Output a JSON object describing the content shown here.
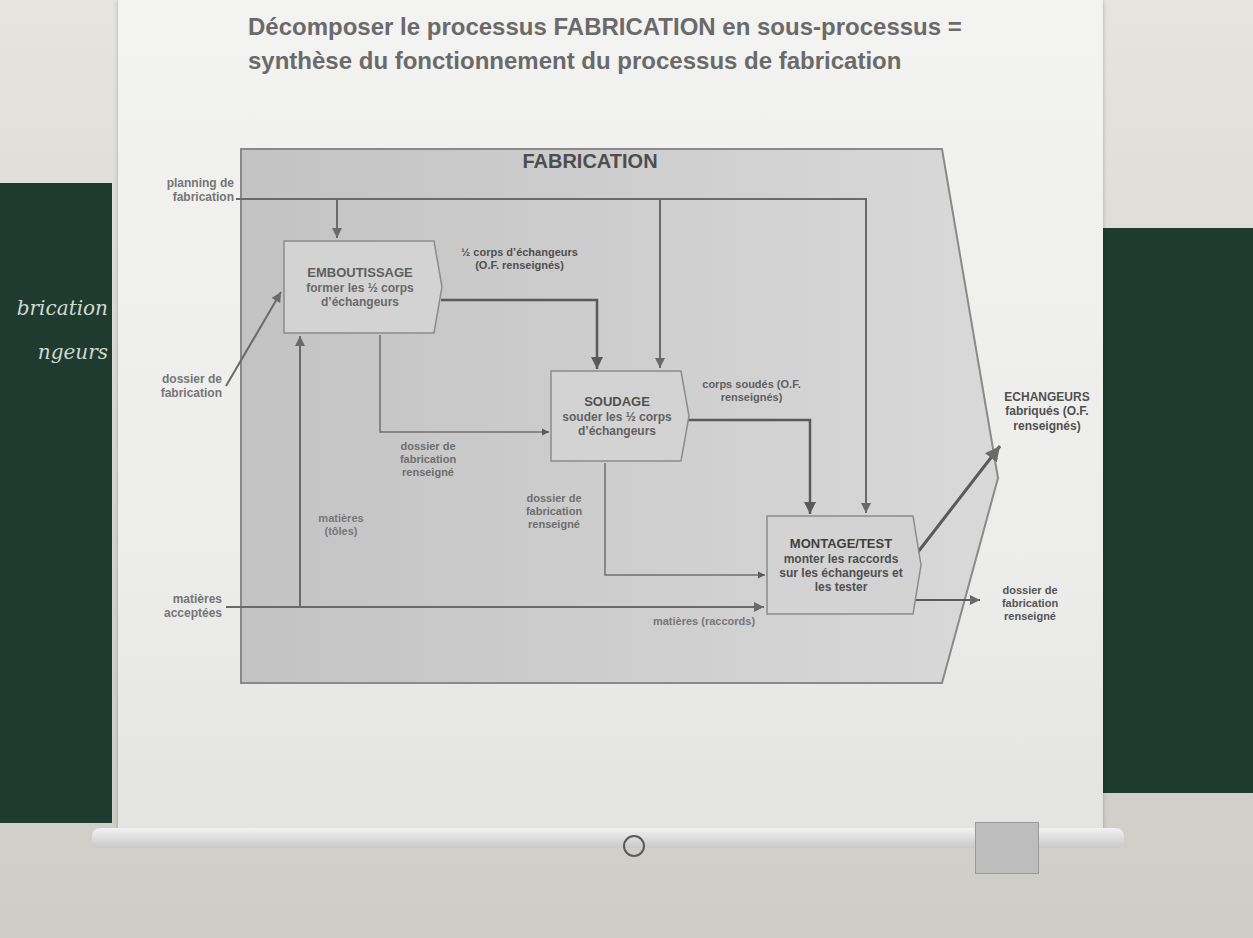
{
  "diagram": {
    "title": "Décomposer le processus FABRICATION en sous-processus = synthèse du fonctionnement du processus de fabrication",
    "nodes": [
      {
        "text": [
          "FABRICATION"
        ]
      },
      {
        "text": [
          "EMBOUTISSAGE",
          "former les ½ corps d’échangeurs"
        ],
        "in": 0
      },
      {
        "text": [
          "SOUDAGE",
          "souder les ½ corps d’échangeurs"
        ],
        "in": 0
      },
      {
        "text": [
          "MONTAGE/TEST",
          "monter les raccords sur les échangeurs et les tester"
        ],
        "in": 0
      }
    ],
    "edges": [
      {
        "from": 1,
        "to": 2,
        "arrow": "to",
        "label": "½ corps d’échangeurs (O.F. renseignés)"
      },
      {
        "from": 1,
        "to": 2,
        "arrow": "to",
        "label": "dossier de fabrication renseigné"
      },
      {
        "from": 2,
        "to": 3,
        "arrow": "to",
        "label": "corps soudés (O.F. renseignés)"
      },
      {
        "from": 2,
        "to": 3,
        "arrow": "to",
        "label": "dossier de fabrication renseigné"
      }
    ],
    "labels": [
      "planning de fabrication",
      "dossier de fabrication",
      "matières acceptées",
      "matières (tôles)",
      "matières (raccords)",
      "ECHANGEURS fabriqués (O.F. renseignés)",
      "dossier de fabrication renseigné",
      "brication",
      "ngeurs"
    ]
  }
}
